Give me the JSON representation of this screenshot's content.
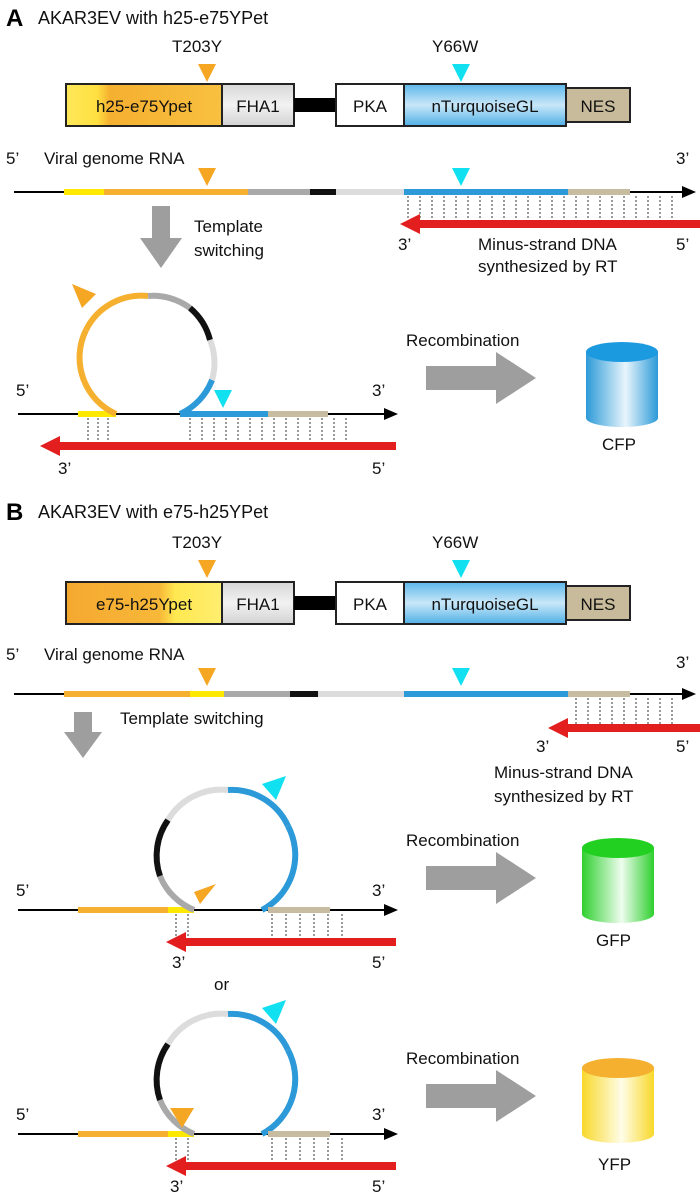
{
  "colors": {
    "yellow": "#FFE800",
    "orange": "#F5B030",
    "gray": "#A9A9A9",
    "black": "#111111",
    "lightgray": "#DCDCDC",
    "blue": "#2C9AD8",
    "tan": "#C8BCA0",
    "red": "#E31E1E",
    "cyan": "#10E0F0",
    "arrowgray": "#9E9E9E",
    "dots": "#9A9A9A"
  },
  "panelA": {
    "letter": "A",
    "title": "AKAR3EV with h25-e75YPet",
    "mutation_yfp": "T203Y",
    "mutation_cfp": "Y66W",
    "domains": [
      "h25-e75Ypet",
      "FHA1",
      "PKA",
      "nTurquoiseGL",
      "NES"
    ],
    "five_prime": "5’",
    "three_prime": "3’",
    "viral_rna": "Viral genome RNA",
    "template_switching": [
      "Template",
      "switching"
    ],
    "minus_strand": [
      "Minus-strand DNA",
      "synthesized by RT"
    ],
    "recombination": "Recombination",
    "product": "CFP"
  },
  "panelB": {
    "letter": "B",
    "title": "AKAR3EV with e75-h25YPet",
    "mutation_yfp": "T203Y",
    "mutation_cfp": "Y66W",
    "domains": [
      "e75-h25Ypet",
      "FHA1",
      "PKA",
      "nTurquoiseGL",
      "NES"
    ],
    "five_prime": "5’",
    "three_prime": "3’",
    "viral_rna": "Viral genome RNA",
    "template_switching": "Template switching",
    "minus_strand": [
      "Minus-strand DNA",
      "synthesized by RT"
    ],
    "recombination": "Recombination",
    "product1": "GFP",
    "or": "or",
    "product2": "YFP"
  }
}
